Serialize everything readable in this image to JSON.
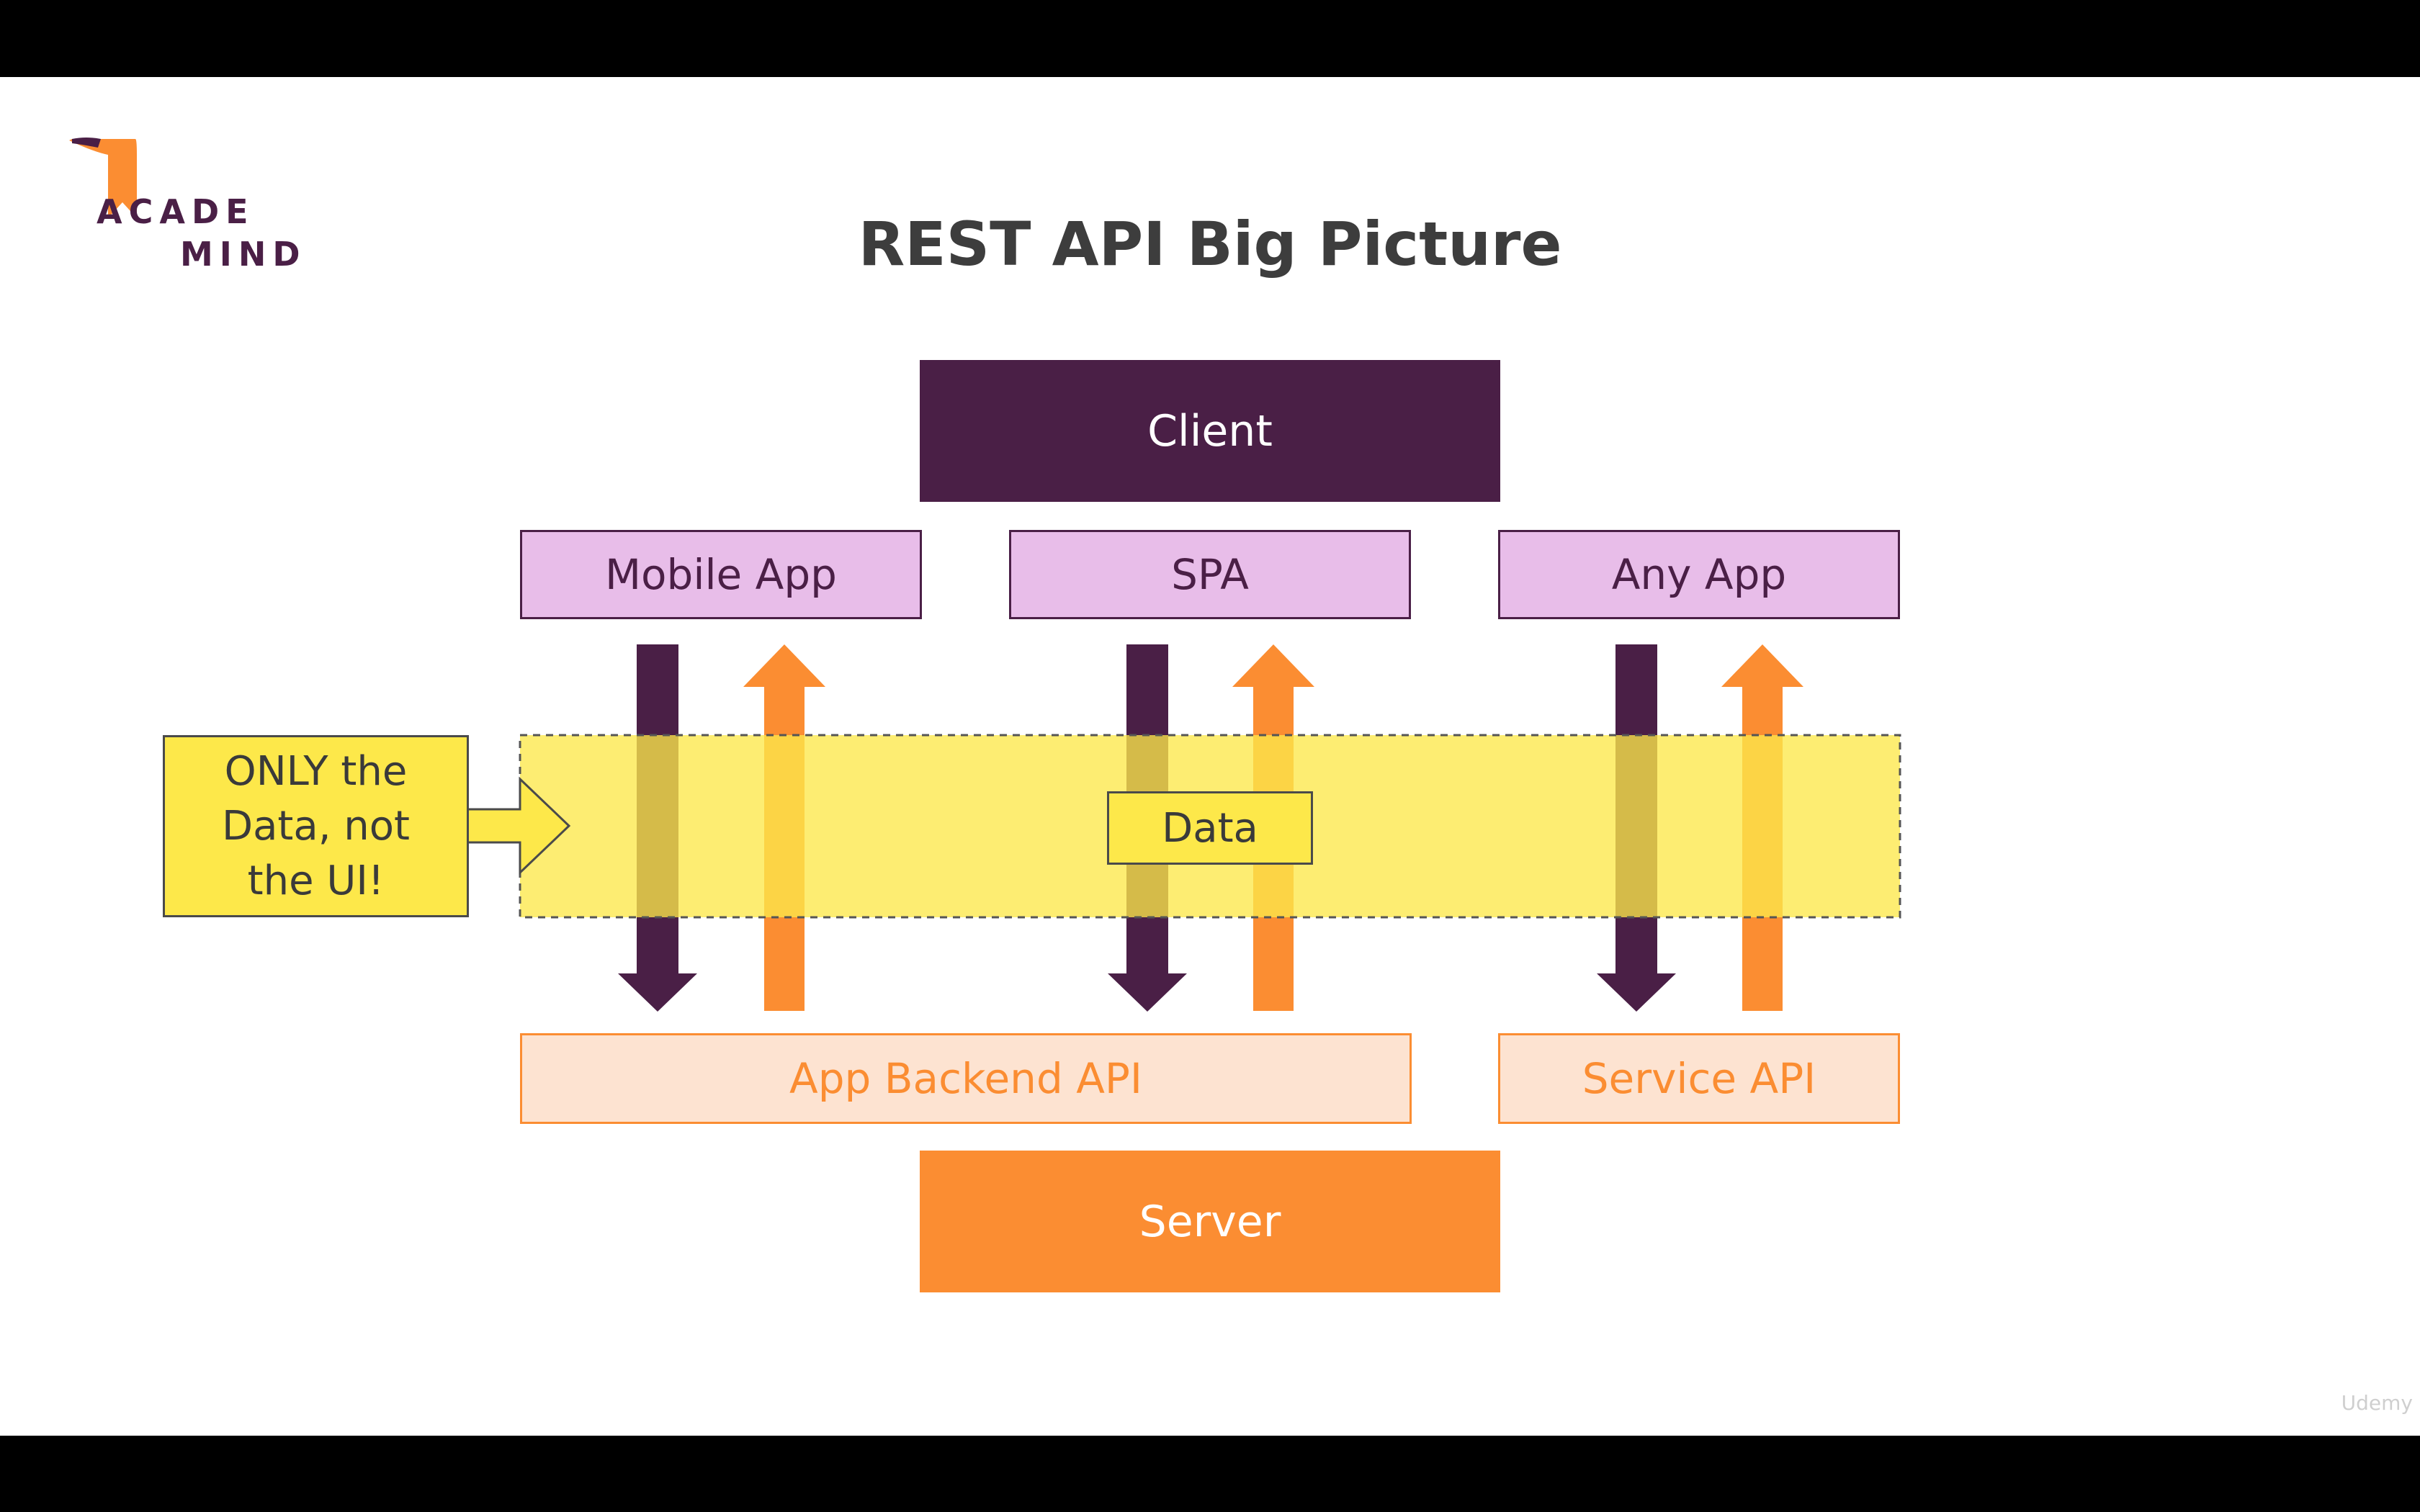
{
  "logo": {
    "line1": "ACADE",
    "line2": "MIND"
  },
  "title": "REST API Big Picture",
  "client": {
    "label": "Client"
  },
  "apps": [
    {
      "label": "Mobile App"
    },
    {
      "label": "SPA"
    },
    {
      "label": "Any App"
    }
  ],
  "apis": [
    {
      "label": "App Backend API"
    },
    {
      "label": "Service API"
    }
  ],
  "server": {
    "label": "Server"
  },
  "data_label": "Data",
  "callout": {
    "line1": "ONLY the",
    "line2": "Data, not",
    "line3": "the UI!"
  },
  "watermark": "Udemy",
  "colors": {
    "client": "#4a1f46",
    "app_fill": "#e8bde9",
    "server": "#fb8d32",
    "api_fill": "#fde3d1",
    "data_band": "#fde84a",
    "title": "#3d3d3d"
  }
}
